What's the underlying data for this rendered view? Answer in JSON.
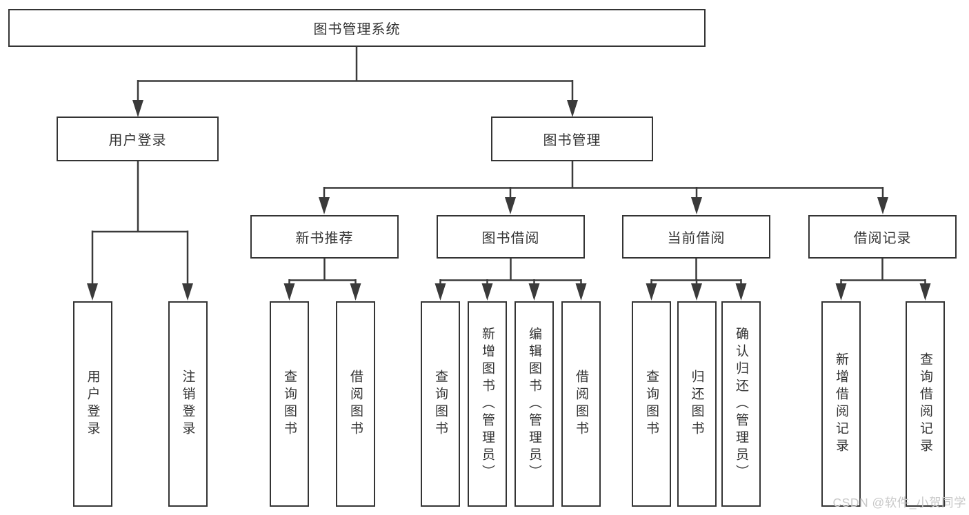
{
  "diagram": {
    "root": "图书管理系统",
    "level2": {
      "user_login": "用户登录",
      "book_management": "图书管理"
    },
    "level3": {
      "new_book": "新书推荐",
      "book_borrow": "图书借阅",
      "current_borrow": "当前借阅",
      "borrow_records": "借阅记录"
    },
    "leaves": {
      "user_login": [
        "用户登录",
        "注销登录"
      ],
      "new_book": [
        "查询图书",
        "借阅图书"
      ],
      "book_borrow": [
        "查询图书",
        "新增图书（管理员）",
        "编辑图书（管理员）",
        "借阅图书"
      ],
      "current_borrow": [
        "查询图书",
        "归还图书",
        "确认归还（管理员）"
      ],
      "borrow_records": [
        "新增借阅记录",
        "查询借阅记录"
      ]
    }
  },
  "watermark": "CSDN @软件_小贺同学",
  "colors": {
    "line": "#3a3a3a",
    "box_border": "#343434",
    "text": "#333333",
    "watermark": "#c8c8c8",
    "background": "#ffffff"
  }
}
